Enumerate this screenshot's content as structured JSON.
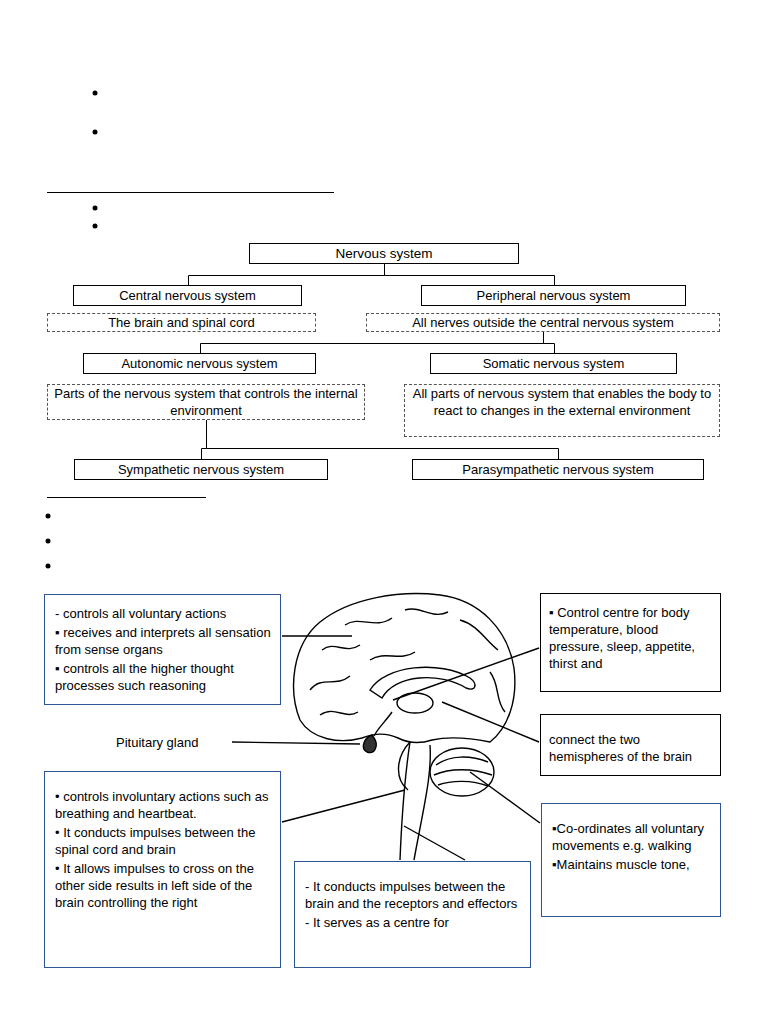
{
  "diagram": {
    "nodes": [
      {
        "text": [
          "Nervous system"
        ]
      },
      {
        "text": [
          "Central nervous system"
        ]
      },
      {
        "text": [
          "The brain and spinal cord"
        ]
      },
      {
        "text": [
          "Peripheral nervous system"
        ]
      },
      {
        "text": [
          "All nerves outside the central nervous system"
        ]
      },
      {
        "text": [
          "Autonomic nervous system"
        ]
      },
      {
        "text": [
          "Parts of the nervous system that controls the internal environment"
        ]
      },
      {
        "text": [
          "Somatic nervous system"
        ]
      },
      {
        "text": [
          "All parts of nervous system that enables the body to react to changes in the external environment"
        ]
      },
      {
        "text": [
          "Sympathetic nervous system"
        ]
      },
      {
        "text": [
          "Parasympathetic nervous system"
        ]
      },
      {
        "text": [
          "- controls all voluntary actions",
          "▪ receives and interprets all sensation from sense organs",
          "▪ controls all the higher thought processes such reasoning"
        ]
      },
      {
        "text": [
          "▪ Control centre for body temperature, blood pressure, sleep, appetite, thirst and"
        ]
      },
      {
        "text": [
          "connect the two hemispheres of the brain"
        ]
      },
      {
        "text": [
          "• controls involuntary actions such as breathing and heartbeat.",
          "• It conducts impulses between the spinal cord and brain",
          "• It allows impulses to cross on the other side results in left side of the brain controlling the right"
        ]
      },
      {
        "text": [
          "▪Co-ordinates all voluntary movements e.g. walking",
          "▪Maintains muscle tone,"
        ]
      },
      {
        "text": [
          "- It conducts impulses between the brain and the receptors and effectors",
          "- It serves as a centre for"
        ]
      }
    ],
    "edges": [
      {
        "from": 0,
        "to": 1,
        "arrow": "none"
      },
      {
        "from": 0,
        "to": 3,
        "arrow": "none"
      },
      {
        "from": 4,
        "to": 5,
        "arrow": "none"
      },
      {
        "from": 4,
        "to": 7,
        "arrow": "none"
      },
      {
        "from": 6,
        "to": 9,
        "arrow": "none"
      },
      {
        "from": 6,
        "to": 10,
        "arrow": "none"
      }
    ],
    "labels": [
      "Pituitary gland"
    ]
  }
}
